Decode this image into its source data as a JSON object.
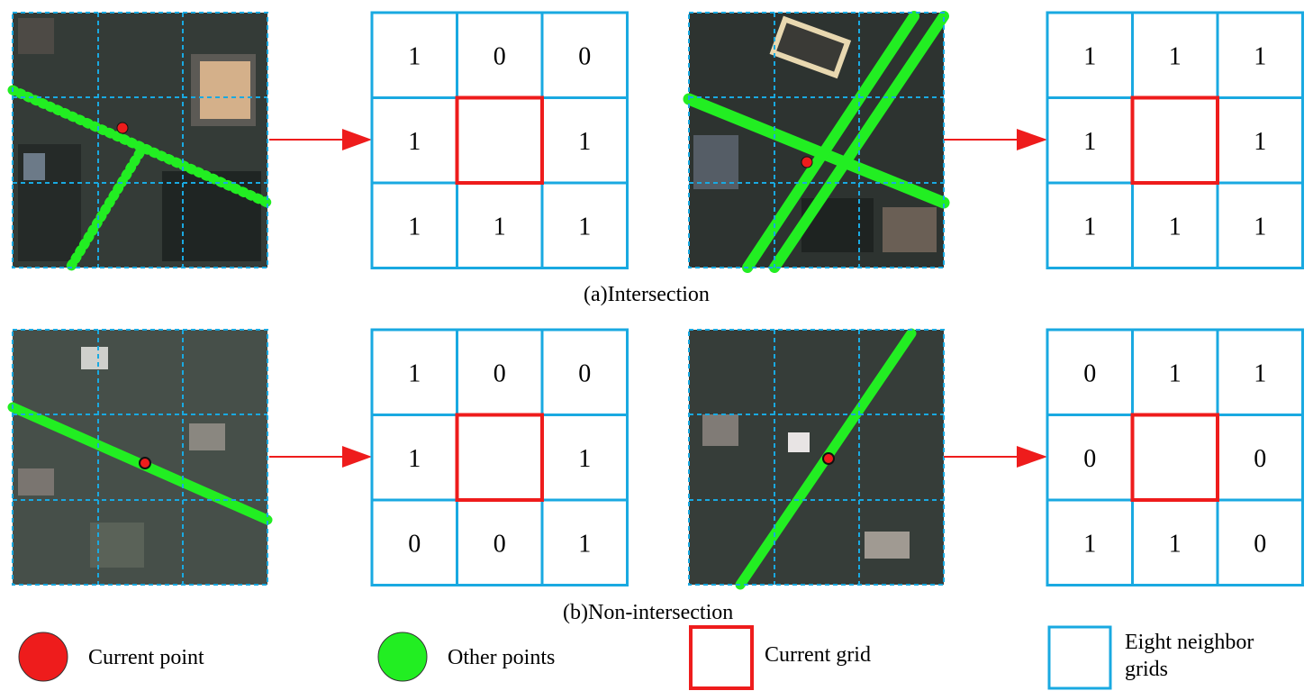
{
  "colors": {
    "grid_blue": "#19a9e1",
    "current_red": "#ee1c1c",
    "point_green": "#22ee22",
    "arrow_red": "#ee1c1c"
  },
  "captions": {
    "row_a": "(a)Intersection",
    "row_b": "(b)Non-intersection"
  },
  "panels": [
    {
      "id": "a1",
      "values": [
        "1",
        "0",
        "0",
        "1",
        "",
        "1",
        "1",
        "1",
        "1"
      ]
    },
    {
      "id": "a2",
      "values": [
        "1",
        "1",
        "1",
        "1",
        "",
        "1",
        "1",
        "1",
        "1"
      ]
    },
    {
      "id": "b1",
      "values": [
        "1",
        "0",
        "0",
        "1",
        "",
        "1",
        "0",
        "0",
        "1"
      ]
    },
    {
      "id": "b2",
      "values": [
        "0",
        "1",
        "1",
        "0",
        "",
        "0",
        "1",
        "1",
        "0"
      ]
    }
  ],
  "legend": {
    "current_point": "Current point",
    "other_points": "Other points",
    "current_grid": "Current grid",
    "eight_neighbor_line1": "Eight neighbor",
    "eight_neighbor_line2": "grids"
  }
}
